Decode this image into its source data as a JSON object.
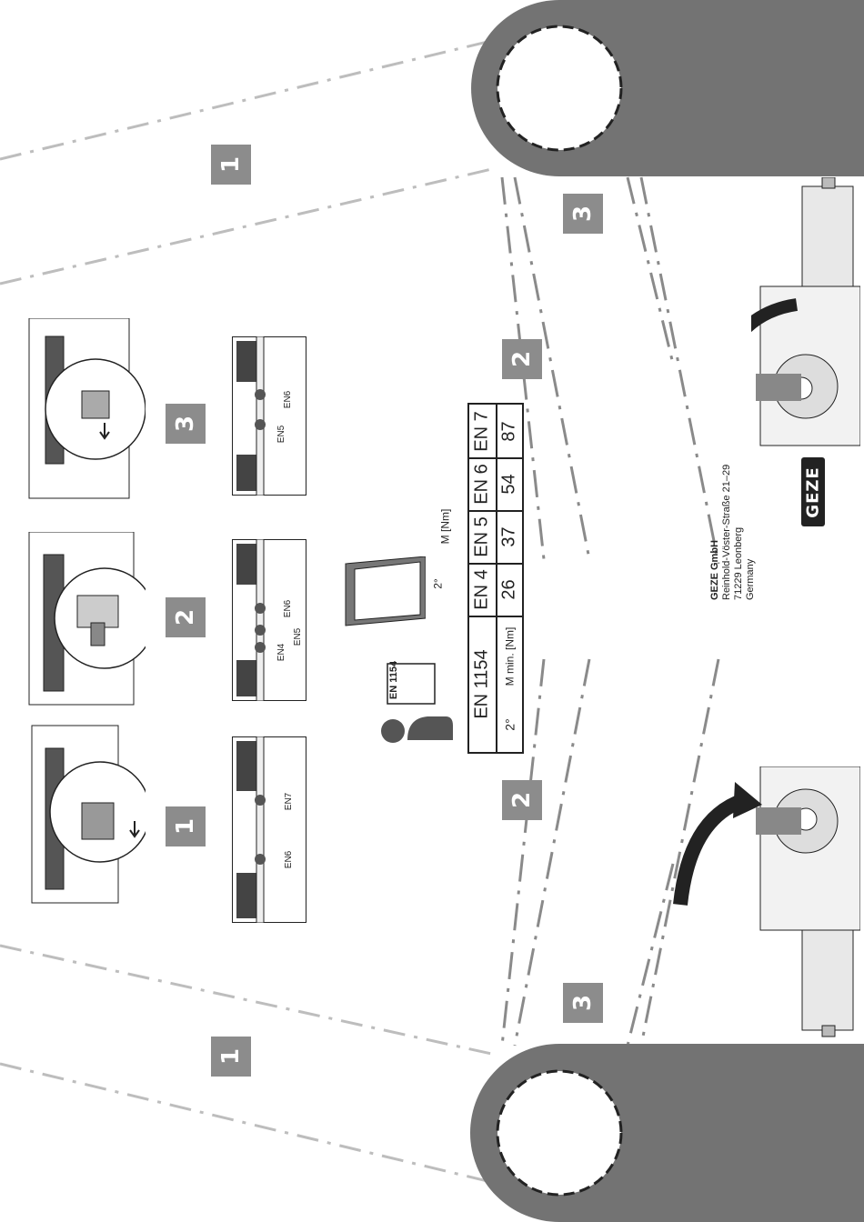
{
  "badges": {
    "one_top": "1",
    "one_bottom": "1",
    "two_center": "2",
    "two_lower": "2",
    "three_top": "3",
    "three_bottom": "3",
    "panel_1": "1",
    "panel_2": "2",
    "panel_3": "3"
  },
  "panel_labels": {
    "p1_a": "EN6",
    "p1_b": "EN7",
    "p2_a": "EN4",
    "p2_b": "EN5",
    "p2_c": "EN6",
    "p3_a": "EN5",
    "p3_b": "EN6"
  },
  "sign": {
    "standard": "EN 1154"
  },
  "door_diagram": {
    "angle": "2°",
    "moment": "M [Nm]"
  },
  "en_table": {
    "standard": "EN 1154",
    "angle": "2°",
    "row_label": "M min. [Nm]",
    "headers": [
      "EN 4",
      "EN 5",
      "EN 6",
      "EN 7"
    ],
    "values": [
      "26",
      "37",
      "54",
      "87"
    ]
  },
  "address": {
    "company": "GEZE GmbH",
    "street": "Reinhold-Vöster-Straße 21–29",
    "city": "71229 Leonberg",
    "country": "Germany"
  },
  "logo": "GEZE",
  "colors": {
    "grey_shape": "#737373",
    "badge": "#8c8c8c",
    "dash": "#bdbdbd",
    "dark_dash": "#8a8a8a"
  }
}
